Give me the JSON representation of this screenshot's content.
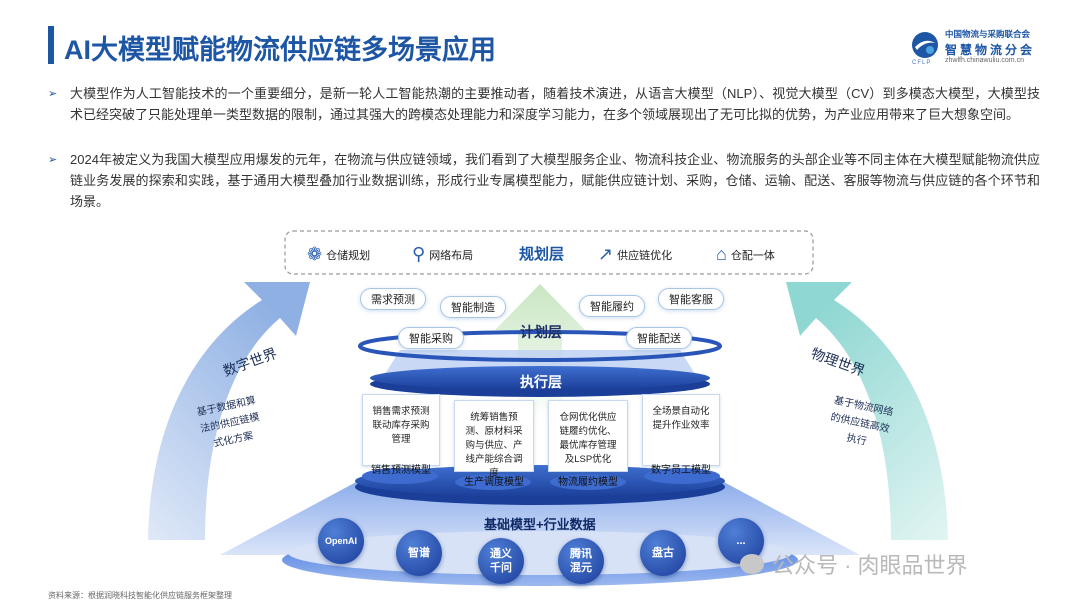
{
  "header": {
    "title": "AI大模型赋能物流供应链多场景应用",
    "org_line1": "中国物流与采购联合会",
    "org_line2": "智慧物流分会",
    "org_site": "zhwlfh.chinawuliu.com.cn",
    "logo_abbr": "CFLP"
  },
  "bullets": [
    "大模型作为人工智能技术的一个重要细分，是新一轮人工智能热潮的主要推动者，随着技术演进，从语言大模型（NLP）、视觉大模型（CV）到多模态大模型，大模型技术已经突破了只能处理单一类型数据的限制，通过其强大的跨模态处理能力和深度学习能力，在多个领域展现出了无可比拟的优势，为产业应用带来了巨大想象空间。",
    "2024年被定义为我国大模型应用爆发的元年，在物流与供应链领域，我们看到了大模型服务企业、物流科技企业、物流服务的头部企业等不同主体在大模型赋能物流供应链业务发展的探索和实践，基于通用大模型叠加行业数据训练，形成行业专属模型能力，赋能供应链计划、采购，仓储、运输、配送、客服等物流与供应链的各个环节和场景。"
  ],
  "diagram": {
    "planning_layer": {
      "label": "规划层",
      "items": [
        "仓储规划",
        "网络布局",
        "供应链优化",
        "仓配一体"
      ],
      "icons": [
        "network-icon",
        "location-pin-icon",
        "trend-icon",
        "warehouse-icon"
      ]
    },
    "plan_layer": {
      "label": "计划层",
      "pills": [
        "需求预测",
        "智能制造",
        "智能采购",
        "智能履约",
        "智能客服",
        "智能配送"
      ]
    },
    "execution_layer": {
      "label": "执行层",
      "cards": [
        {
          "text": "销售需求预测联动库存采购管理",
          "model": "销售预测模型"
        },
        {
          "text": "统筹销售预测、原材料采购与供应、产线产能综合调度",
          "model": "生产调度模型"
        },
        {
          "text": "仓网优化供应链履约优化、最优库存管理及LSP优化",
          "model": "物流履约模型"
        },
        {
          "text": "全场景自动化提升作业效率",
          "model": "数字员工模型"
        }
      ]
    },
    "base_layer": {
      "label": "基础模型+行业数据",
      "models": [
        "OpenAI",
        "智谱",
        "通义千问",
        "腾讯混元",
        "盘古",
        "..."
      ]
    },
    "left_arrow": {
      "title": "数字世界",
      "desc": "基于数据和算法的供应链模式化方案"
    },
    "right_arrow": {
      "title": "物理世界",
      "desc": "基于物流网络的供应链高效执行"
    }
  },
  "footer": {
    "source": "资料来源：根据润晓科技智能化供应链服务框架整理",
    "watermark": "公众号 · 肉眼品世界"
  },
  "colors": {
    "brand_blue": "#1d56a5",
    "left_arrow": "#a9c3ea",
    "right_arrow": "#a8e0dd",
    "center_arrow": "#d6ebd2"
  }
}
